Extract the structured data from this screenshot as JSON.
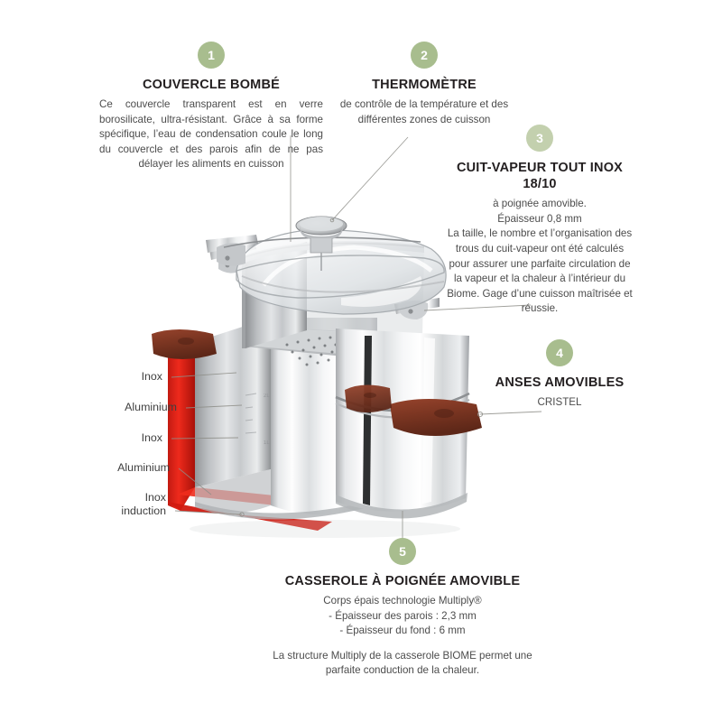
{
  "document": {
    "type": "product-annotation-diagram",
    "subject": "Cristel Biome stainless steel cookware set",
    "background": "#ffffff",
    "accent_color": "#a8bd8e",
    "text_color": "#3a3a3a"
  },
  "callouts": [
    {
      "number": "1",
      "title": "COUVERCLE BOMBÉ",
      "body": [
        "Ce couvercle transparent est en verre borosilicate, ultra-résistant. Grâce à sa forme spécifique, l’eau de condensation coule le long du couvercle et des parois afin de ne pas délayer les aliments en cuisson"
      ]
    },
    {
      "number": "2",
      "title": "THERMOMÈTRE",
      "body": [
        "de contrôle de la température et des différentes  zones de cuisson"
      ]
    },
    {
      "number": "3",
      "title_line1": "CUIT-VAPEUR TOUT INOX",
      "title_line2": "18/10",
      "body": [
        "à poignée amovible.",
        "Épaisseur 0,8 mm",
        "La taille, le nombre et l’organisation des trous du cuit-vapeur ont été calculés pour assurer une parfaite circulation de la vapeur et la chaleur à l’intérieur du Biome. Gage d’une cuisson maîtrisée et réussie."
      ]
    },
    {
      "number": "4",
      "title": "ANSES AMOVIBLES",
      "body": [
        "CRISTEL"
      ]
    },
    {
      "number": "5",
      "title": "CASSEROLE À POIGNÉE AMOVIBLE",
      "body": [
        "Corps épais technologie Multiply®",
        "- Épaisseur des parois : 2,3 mm",
        "- Épaisseur du fond : 6 mm",
        "La structure Multiply de la casserole BIOME permet une parfaite conduction de la chaleur."
      ]
    }
  ],
  "layer_labels": [
    {
      "id": "layer-1",
      "text": "Inox"
    },
    {
      "id": "layer-2",
      "text": "Aluminium"
    },
    {
      "id": "layer-3",
      "text": "Inox"
    },
    {
      "id": "layer-4",
      "text": "Aluminium"
    },
    {
      "id": "layer-5",
      "text": "Inox\ninduction"
    }
  ],
  "product_parts": {
    "lid": "domed glass lid",
    "thermometer": "thermometer dial",
    "steamer": "perforated steamer insert",
    "pot": "stainless steel pot",
    "handles": "removable wooden handles",
    "cutaway": "red multiply layer cutaway"
  }
}
